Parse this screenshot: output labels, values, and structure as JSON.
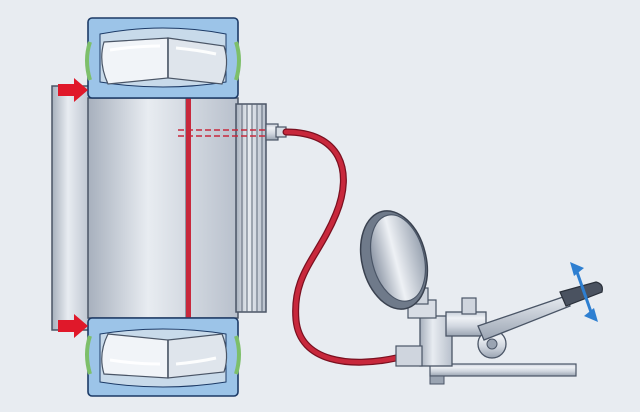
{
  "colors": {
    "background": "#e8ecf1",
    "housing_blue": "#9cc4e8",
    "housing_outline": "#1c3a66",
    "steel_light": "#e2e7ee",
    "steel_mid": "#b9c2cf",
    "steel_dark": "#7f8a99",
    "oil_line_red": "#c8283c",
    "hose_red": "#b8243a",
    "arrow_red": "#e0182a",
    "motion_arrow_blue": "#2e7fd1",
    "seal_green": "#7dbf6a",
    "outline": "#4a5566"
  },
  "components": {
    "bearing_housing": "bearing-housing",
    "roller_elements": "spherical-rollers",
    "tapered_sleeve": "sleeve",
    "lock_nut_thread": "threaded-nut",
    "oil_groove": "oil-groove",
    "oil_channel": "oil-channel",
    "hose": "high-pressure-hose",
    "hose_fitting": "fitting",
    "pressure_gauge": "pressure-gauge",
    "hand_pump": "hand-pump",
    "pump_handle": "pump-handle",
    "push_direction": "push-arrow",
    "handle_motion": "up-down-arrow"
  },
  "icons": {
    "push_arrow": "arrow-right-icon",
    "handle_motion": "arrow-up-down-icon"
  }
}
